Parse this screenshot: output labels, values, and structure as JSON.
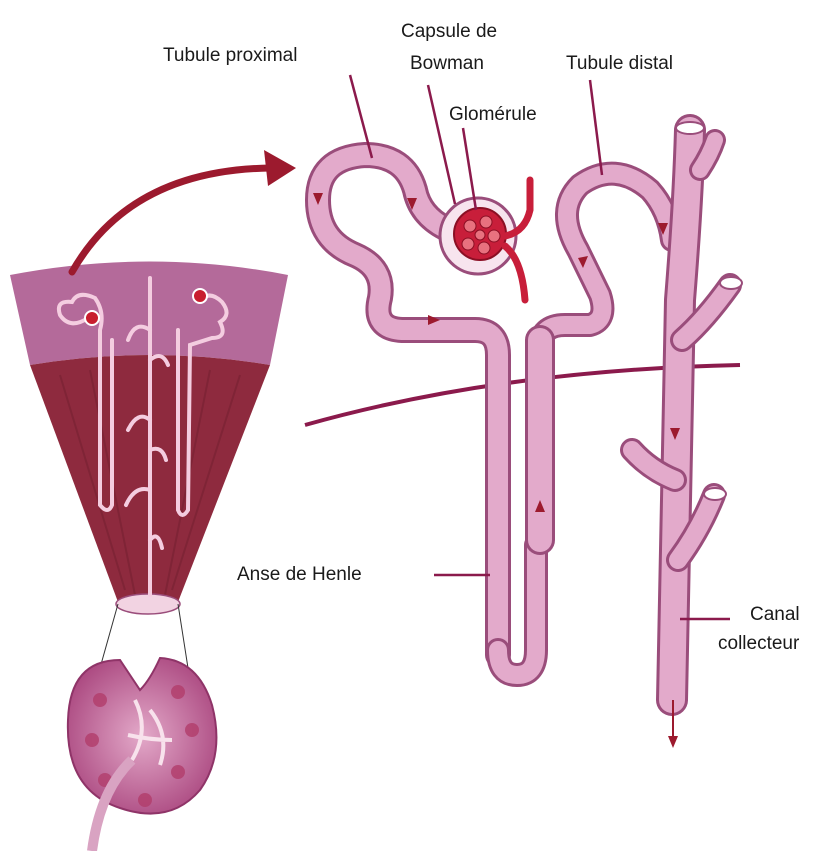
{
  "labels": {
    "proximal": "Tubule proximal",
    "bowman_line1": "Capsule de",
    "bowman_line2": "Bowman",
    "distal": "Tubule distal",
    "glomerule": "Glomérule",
    "henle": "Anse de Henle",
    "canal_line1": "Canal",
    "canal_line2": "collecteur"
  },
  "colors": {
    "tubule": "#dc9dc2",
    "tubule_edge": "#9a4d7b",
    "cortex": "#b46a9a",
    "medulla": "#8e2a3e",
    "leader": "#8b1a4c",
    "arrow": "#9c1a2e"
  }
}
